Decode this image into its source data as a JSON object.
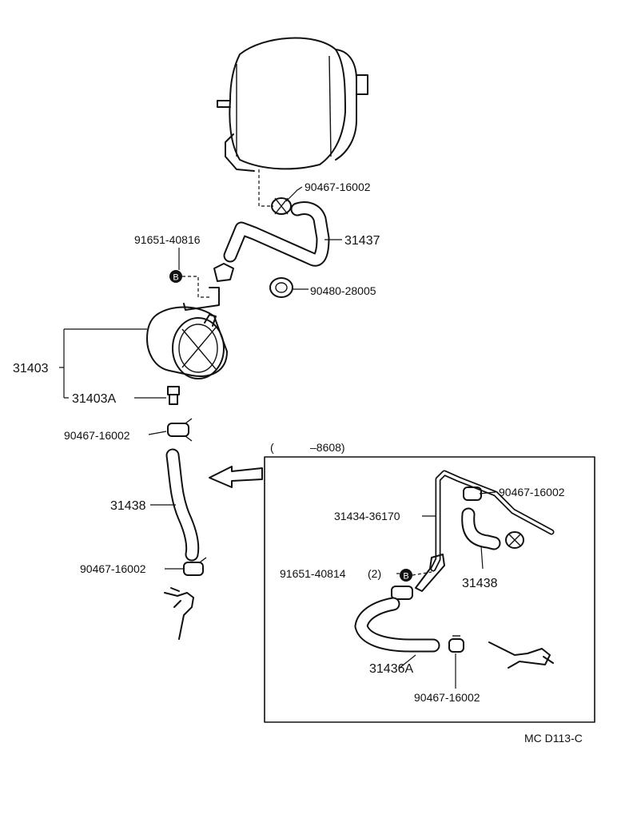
{
  "labels": {
    "clip_top": "90467-16002",
    "bolt_bracket": "91651-40816",
    "hose_top": "31437",
    "grommet": "90480-28005",
    "tank": "31403",
    "fitting": "31403A",
    "clip_mid": "90467-16002",
    "hose_left": "31438",
    "clip_low": "90467-16002",
    "inset_range_open": "(",
    "inset_range_to": "–8608)",
    "inset_clip_top": "90467-16002",
    "inset_pipe": "31434-36170",
    "inset_bolt": "91651-40814",
    "inset_bolt_qty": "(2)",
    "inset_hose_right": "31438",
    "inset_hose_bottom": "31436A",
    "inset_clip_bottom": "90467-16002",
    "figure_code": "MC D113-C"
  },
  "symbols": {
    "bolt_marker": "B"
  },
  "colors": {
    "line": "#111111",
    "paper": "#ffffff"
  }
}
